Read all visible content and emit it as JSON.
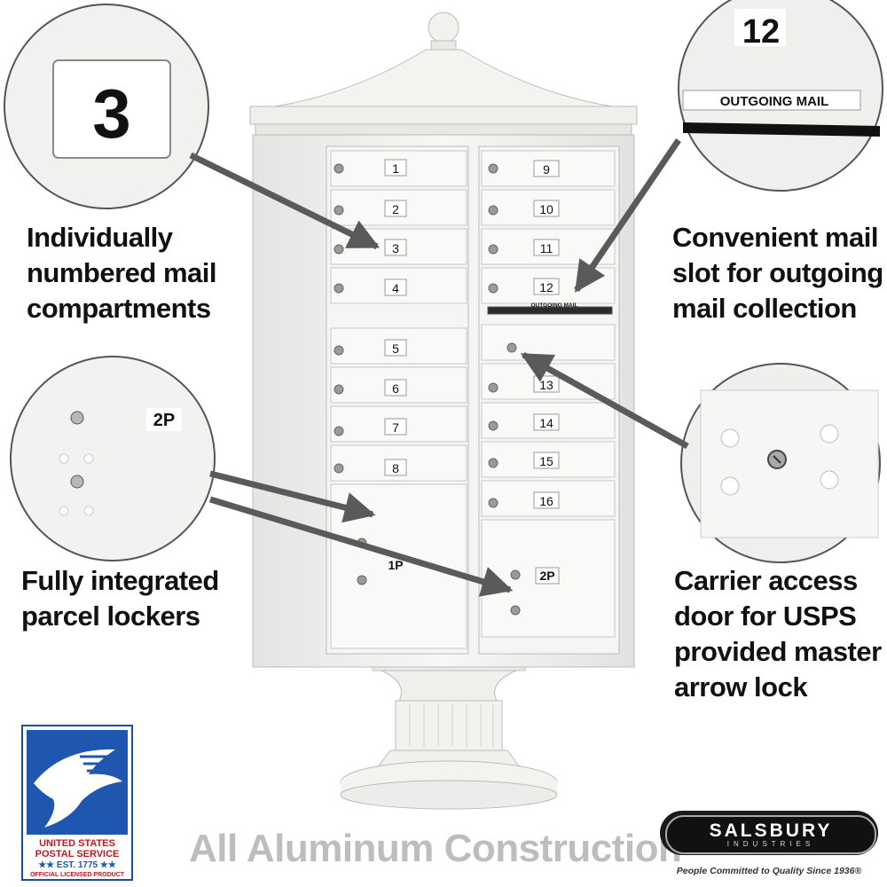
{
  "features": {
    "numbered": "Individually\nnumbered mail\ncompartments",
    "parcel": "Fully integrated\nparcel lockers",
    "outgoing": "Convenient mail\nslot for outgoing\nmail collection",
    "carrier": "Carrier access\ndoor for USPS\nprovided master\narrow lock"
  },
  "mailbox": {
    "left_numbers": [
      "1",
      "2",
      "3",
      "4",
      "5",
      "6",
      "7",
      "8"
    ],
    "right_numbers": [
      "9",
      "10",
      "11",
      "12",
      "13",
      "14",
      "15",
      "16"
    ],
    "outgoing_label": "OUTGOING MAIL",
    "parcel_left": "1P",
    "parcel_right": "2P"
  },
  "zoom": {
    "door_number": "3",
    "slot_number": "12",
    "slot_label": "OUTGOING MAIL",
    "parcel_tag": "2P"
  },
  "tagline": "All Aluminum Construction",
  "brand": {
    "name": "SALSBURY",
    "sub": "INDUSTRIES",
    "slogan": "People Committed to Quality Since 1936®"
  },
  "usps_badge": {
    "line1": "UNITED STATES",
    "line2": "POSTAL SERVICE",
    "line3": "★★ EST. 1775 ★★",
    "line4": "OFFICIAL LICENSED PRODUCT"
  },
  "colors": {
    "usps_blue": "#1e56b0",
    "usps_red": "#c4161c",
    "tagline_gray": "#bdbdbd"
  }
}
